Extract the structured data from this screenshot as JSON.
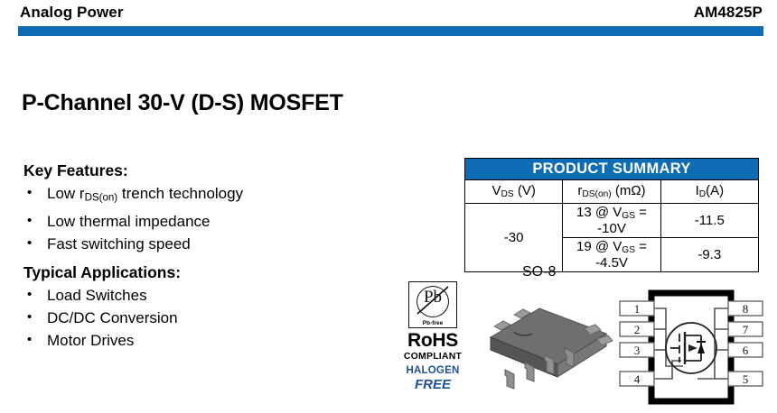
{
  "header": {
    "company": "Analog Power",
    "part_number": "AM4825P",
    "rule_color": "#0d6cb4"
  },
  "title": "P-Channel 30-V (D-S) MOSFET",
  "key_features": {
    "heading": "Key Features:",
    "items": [
      {
        "pre": "Low r",
        "sub": "DS(on)",
        "post": " trench technology"
      },
      {
        "pre": "Low thermal impedance",
        "sub": "",
        "post": ""
      },
      {
        "pre": "Fast switching speed",
        "sub": "",
        "post": ""
      }
    ]
  },
  "applications": {
    "heading": "Typical Applications:",
    "items": [
      "Load Switches",
      "DC/DC Conversion",
      "Motor Drives"
    ]
  },
  "product_summary": {
    "title": "PRODUCT SUMMARY",
    "columns": [
      {
        "pre": "V",
        "sub": "DS",
        "post": " (V)"
      },
      {
        "pre": "r",
        "sub": "DS(on)",
        "post": " (mΩ)"
      },
      {
        "pre": "I",
        "sub": "D",
        "post": "(A)"
      }
    ],
    "vds": "-30",
    "rows": [
      {
        "rds_pre": "13 @ V",
        "rds_sub": "GS",
        "rds_post": " = -10V",
        "id": "-11.5"
      },
      {
        "rds_pre": "19 @ V",
        "rds_sub": "GS",
        "rds_post": " = -4.5V",
        "id": "-9.3"
      }
    ]
  },
  "rohs": {
    "pb_symbol": "Pb",
    "pb_caption": "Pb-free",
    "line1": "RoHS",
    "line2": "COMPLIANT",
    "line3": "HALOGEN",
    "line4": "FREE",
    "blue": "#1d4f9e"
  },
  "package": {
    "label": "SO-8"
  },
  "pinout": {
    "left_pins": [
      "1",
      "2",
      "3",
      "4"
    ],
    "right_pins": [
      "8",
      "7",
      "6",
      "5"
    ]
  }
}
